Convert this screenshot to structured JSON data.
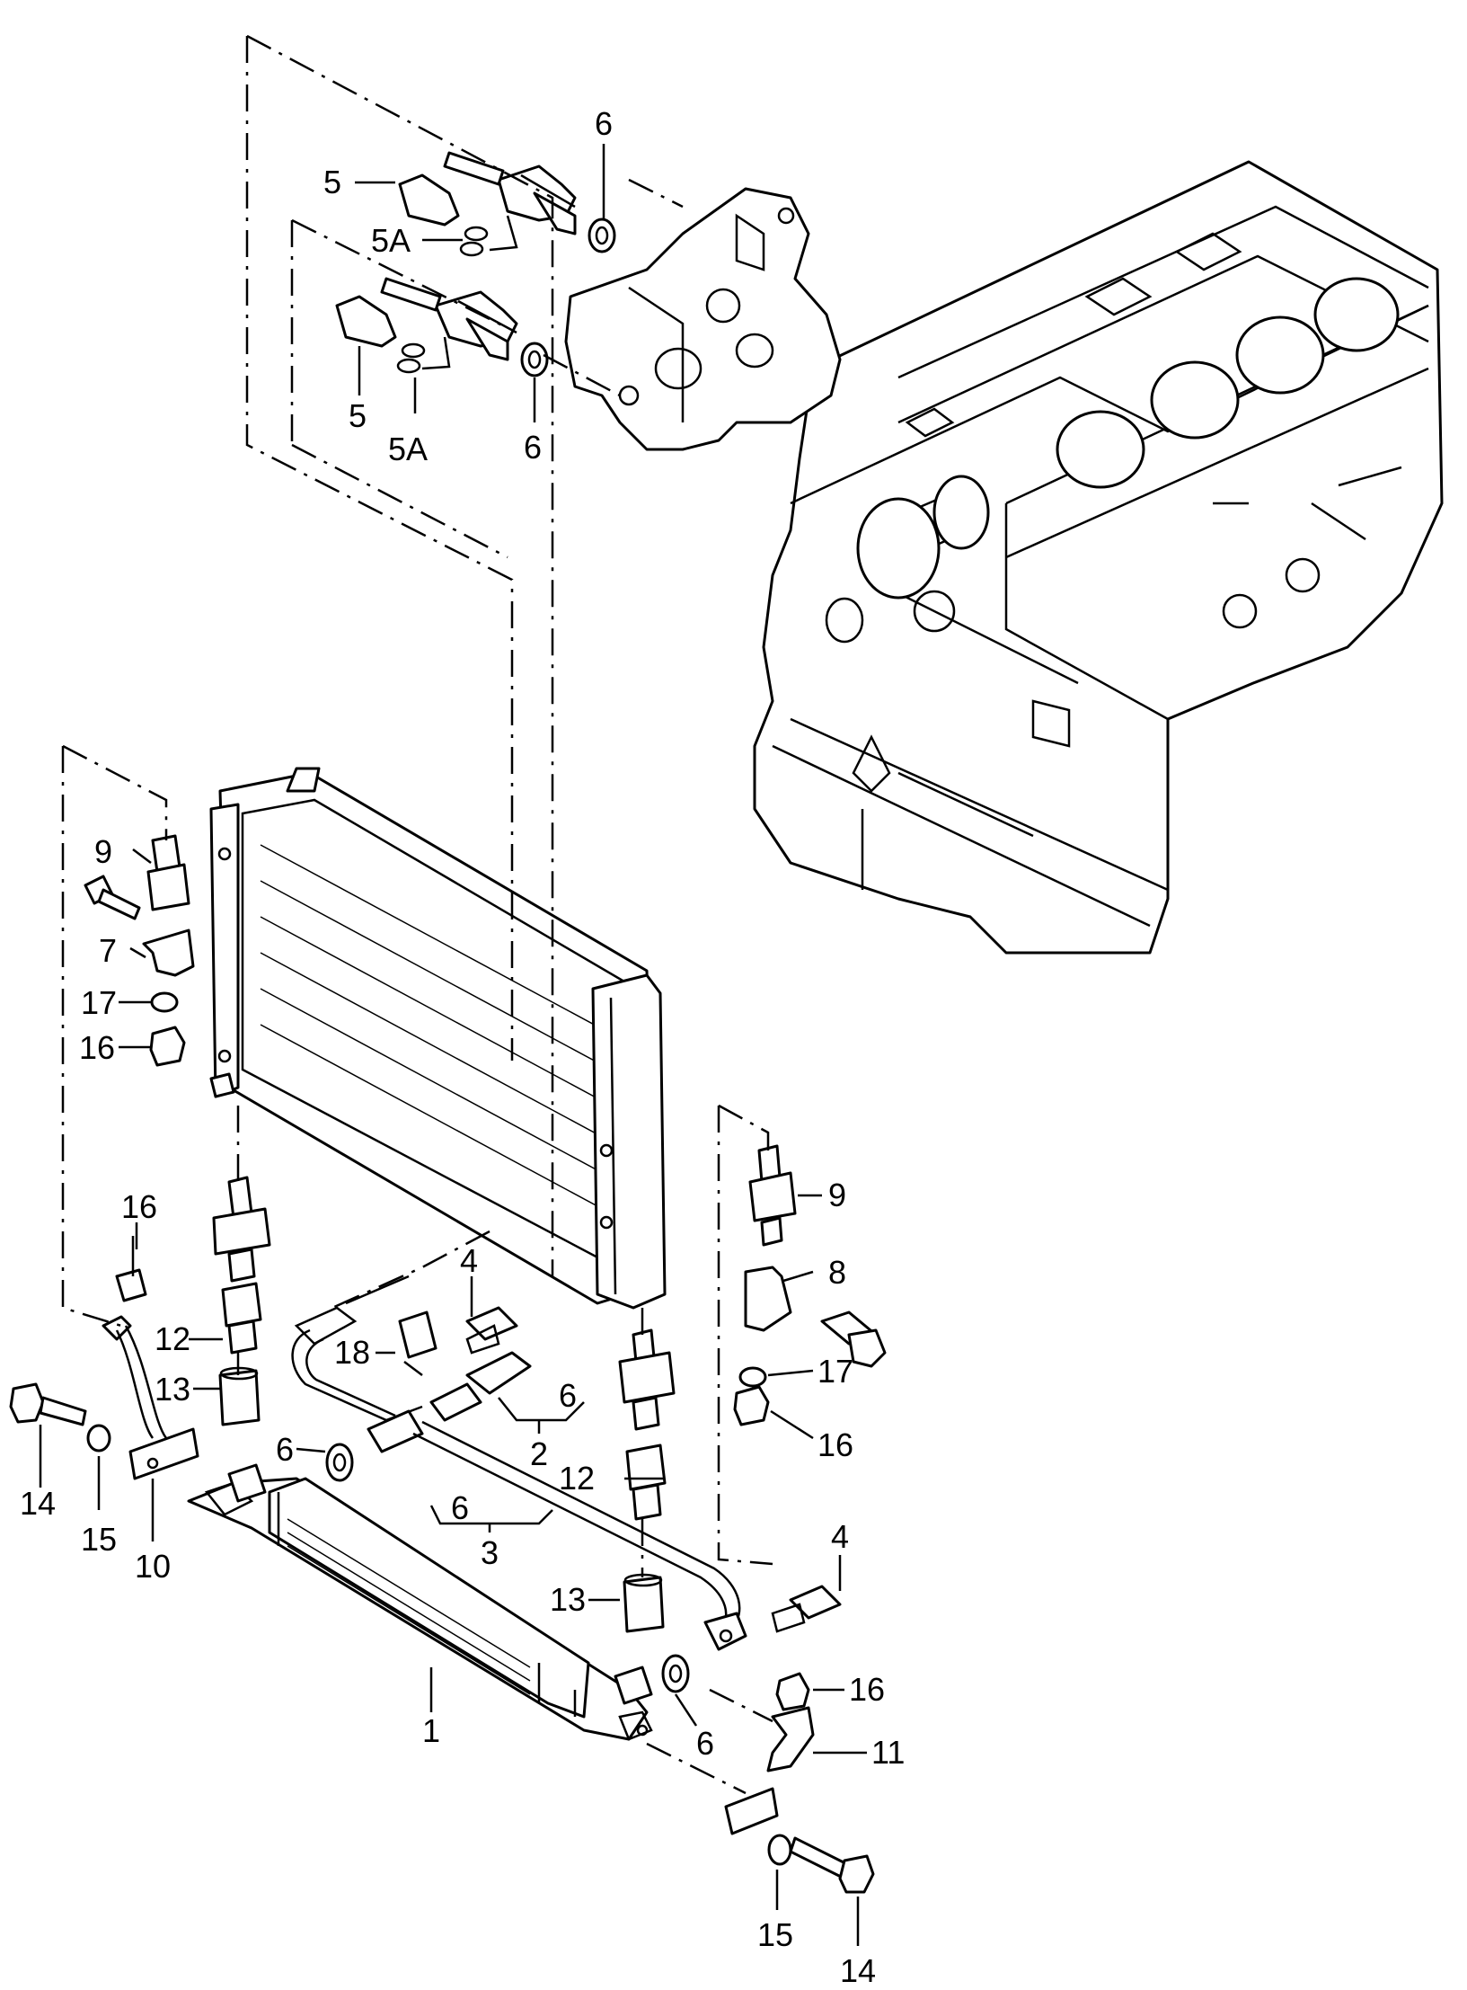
{
  "parts": {
    "p1": "1",
    "p2": "2",
    "p3": "3",
    "p4": "4",
    "p5": "5",
    "p5a": "5A",
    "p6": "6",
    "p7": "7",
    "p8": "8",
    "p9": "9",
    "p10": "10",
    "p11": "11",
    "p12": "12",
    "p13": "13",
    "p14": "14",
    "p15": "15",
    "p16": "16",
    "p17": "17",
    "p18": "18"
  }
}
